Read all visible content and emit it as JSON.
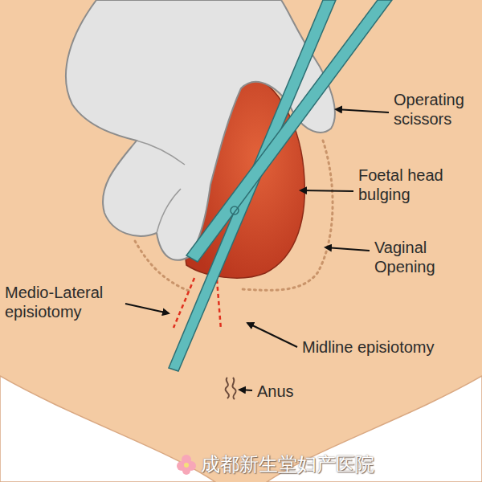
{
  "diagram": {
    "labels": [
      "Operating scissors",
      "Foetal head bulging",
      "Vaginal Opening",
      "Medio-Lateral episiotomy",
      "Midline episiotomy",
      "Anus",
      "成都新生堂妇产医院"
    ]
  }
}
